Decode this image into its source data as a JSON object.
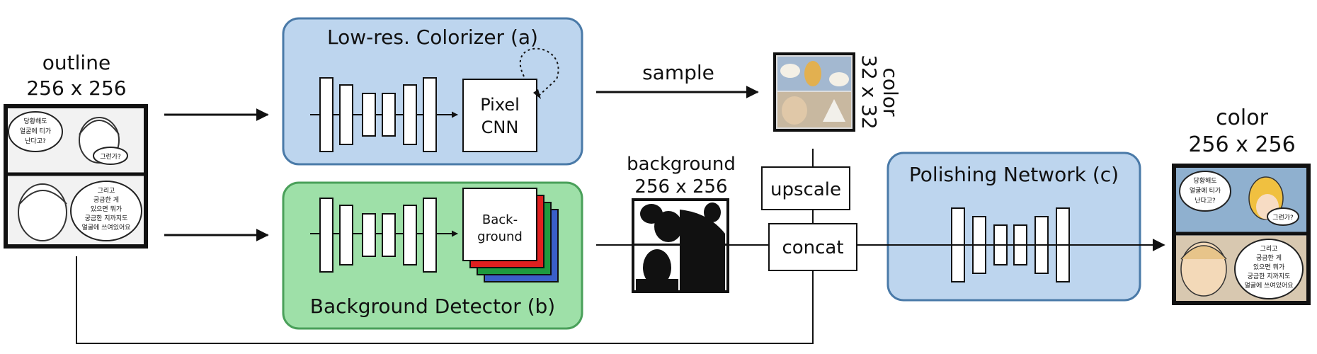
{
  "input": {
    "title": "outline",
    "size": "256 x 256",
    "bubbles": [
      "당황해도",
      "얼굴에 티가",
      "난다고?",
      "그런가?",
      "그리고",
      "궁금한 게",
      "있으면 뭐가",
      "궁금한 지까지도",
      "얼굴에 쓰여있어요"
    ]
  },
  "colorizer": {
    "title": "Low-res. Colorizer (a)",
    "block_line1": "Pixel",
    "block_line2": "CNN",
    "color": "#bdd5ee",
    "border": "#4a7aa8"
  },
  "detector": {
    "title": "Background Detector (b)",
    "block_line1": "Back-",
    "block_line2": "ground",
    "color": "#9ee0a8",
    "border": "#4aa05a",
    "stack_colors": [
      "#3a5fc8",
      "#1e9a3e",
      "#e02020"
    ]
  },
  "sample_label": "sample",
  "lowres": {
    "label": "color",
    "size": "32 x 32"
  },
  "background": {
    "title": "background",
    "size": "256 x 256"
  },
  "upscale_label": "upscale",
  "concat_label": "concat",
  "polishing": {
    "title": "Polishing Network (c)",
    "color": "#bdd5ee",
    "border": "#4a7aa8"
  },
  "output": {
    "title": "color",
    "size": "256 x 256",
    "bubbles": [
      "당황해도",
      "얼굴에 티가",
      "난다고?",
      "그런가?",
      "그리고",
      "궁금한 게",
      "있으면 뭐가",
      "궁금한 지까지도",
      "얼굴에 쓰여있어요"
    ]
  }
}
